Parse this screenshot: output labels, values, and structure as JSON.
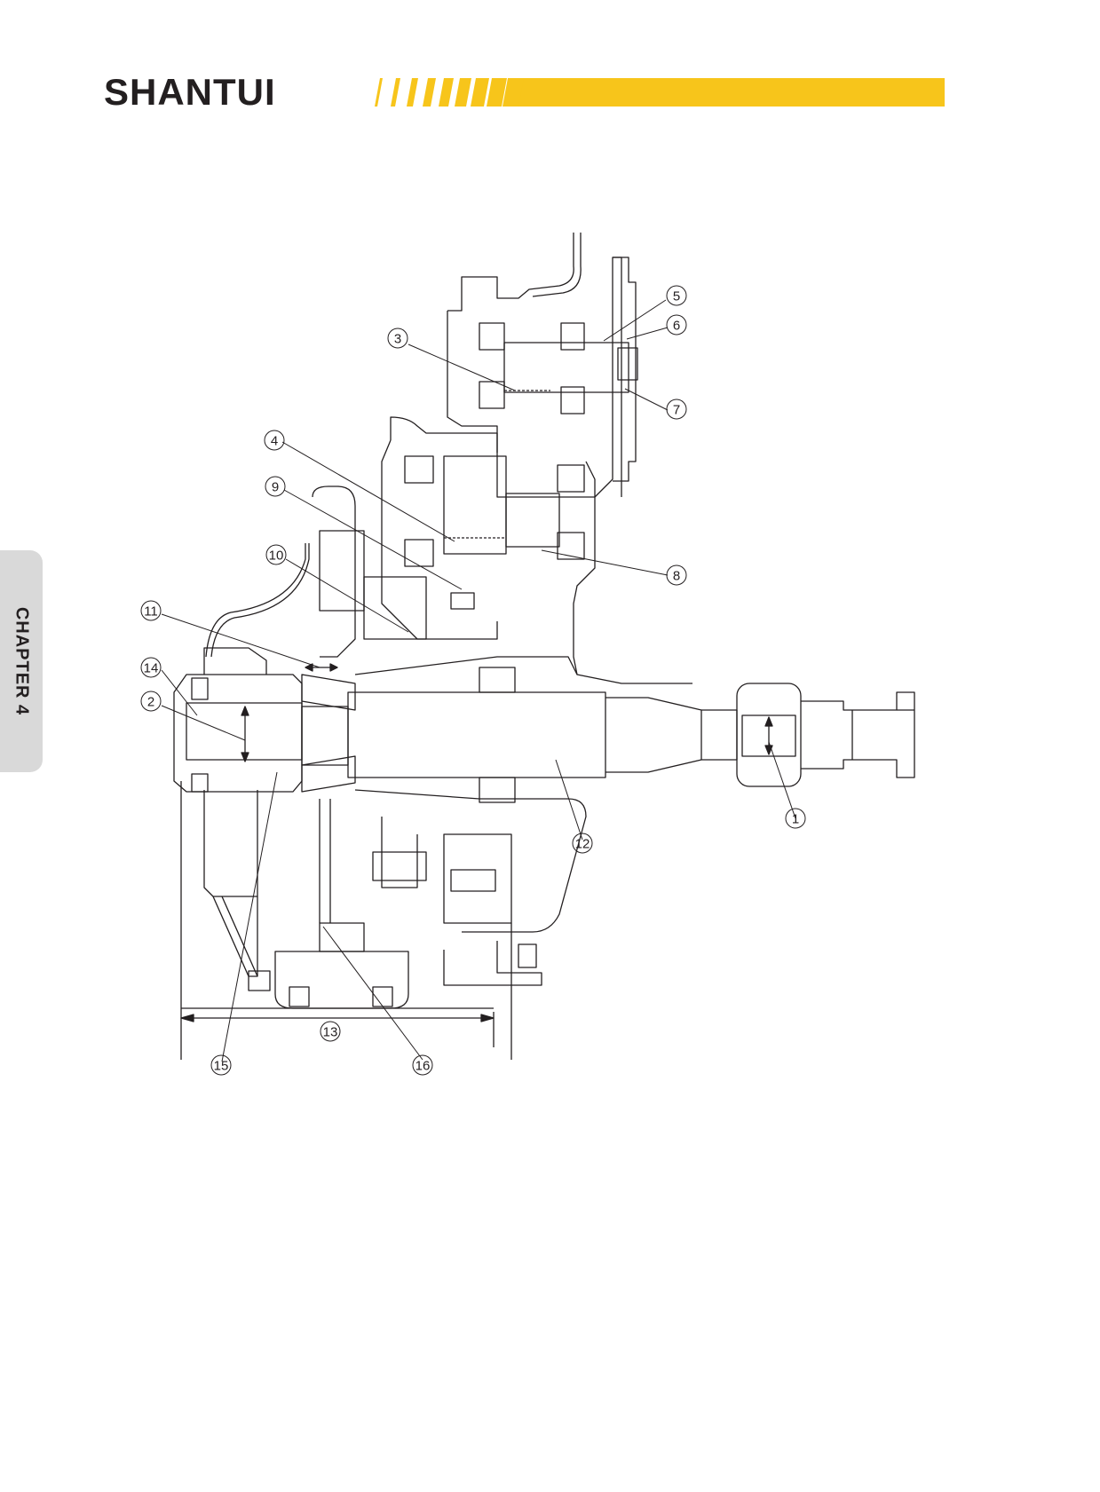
{
  "header": {
    "brand": "SHANTUI",
    "brand_color": "#231f20",
    "accent_color": "#f7c51b"
  },
  "side_tab": {
    "label": "CHAPTER 4"
  },
  "callouts": [
    {
      "id": "c1",
      "label": "1"
    },
    {
      "id": "c2",
      "label": "2"
    },
    {
      "id": "c3",
      "label": "3"
    },
    {
      "id": "c4",
      "label": "4"
    },
    {
      "id": "c5",
      "label": "5"
    },
    {
      "id": "c6",
      "label": "6"
    },
    {
      "id": "c7",
      "label": "7"
    },
    {
      "id": "c8",
      "label": "8"
    },
    {
      "id": "c9",
      "label": "9"
    },
    {
      "id": "c10",
      "label": "10"
    },
    {
      "id": "c11",
      "label": "11"
    },
    {
      "id": "c12",
      "label": "12"
    },
    {
      "id": "c13",
      "label": "13"
    },
    {
      "id": "c14",
      "label": "14"
    },
    {
      "id": "c15",
      "label": "15"
    },
    {
      "id": "c16",
      "label": "16"
    }
  ]
}
